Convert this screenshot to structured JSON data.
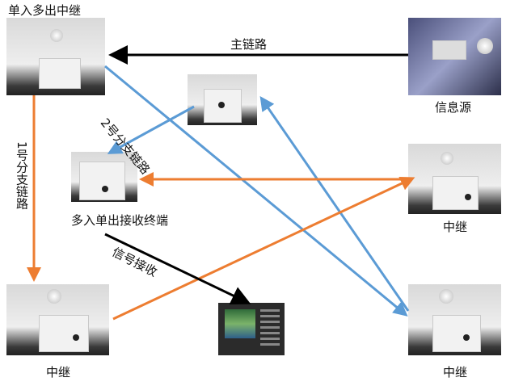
{
  "nodes": {
    "source_relay": "单入多出中继",
    "info_source": "信息源",
    "receiver": "多入单出接收终端",
    "relay_right_mid": "中继",
    "relay_bottom_left": "中继",
    "relay_bottom_right": "中继"
  },
  "links": {
    "main": "主链路",
    "branch1": "1号分支链路",
    "branch2": "2号分支链路",
    "signal_rx": "信号接收"
  },
  "colors": {
    "main": "#000000",
    "branch1": "#ed7d31",
    "branch2": "#5b9bd5"
  }
}
